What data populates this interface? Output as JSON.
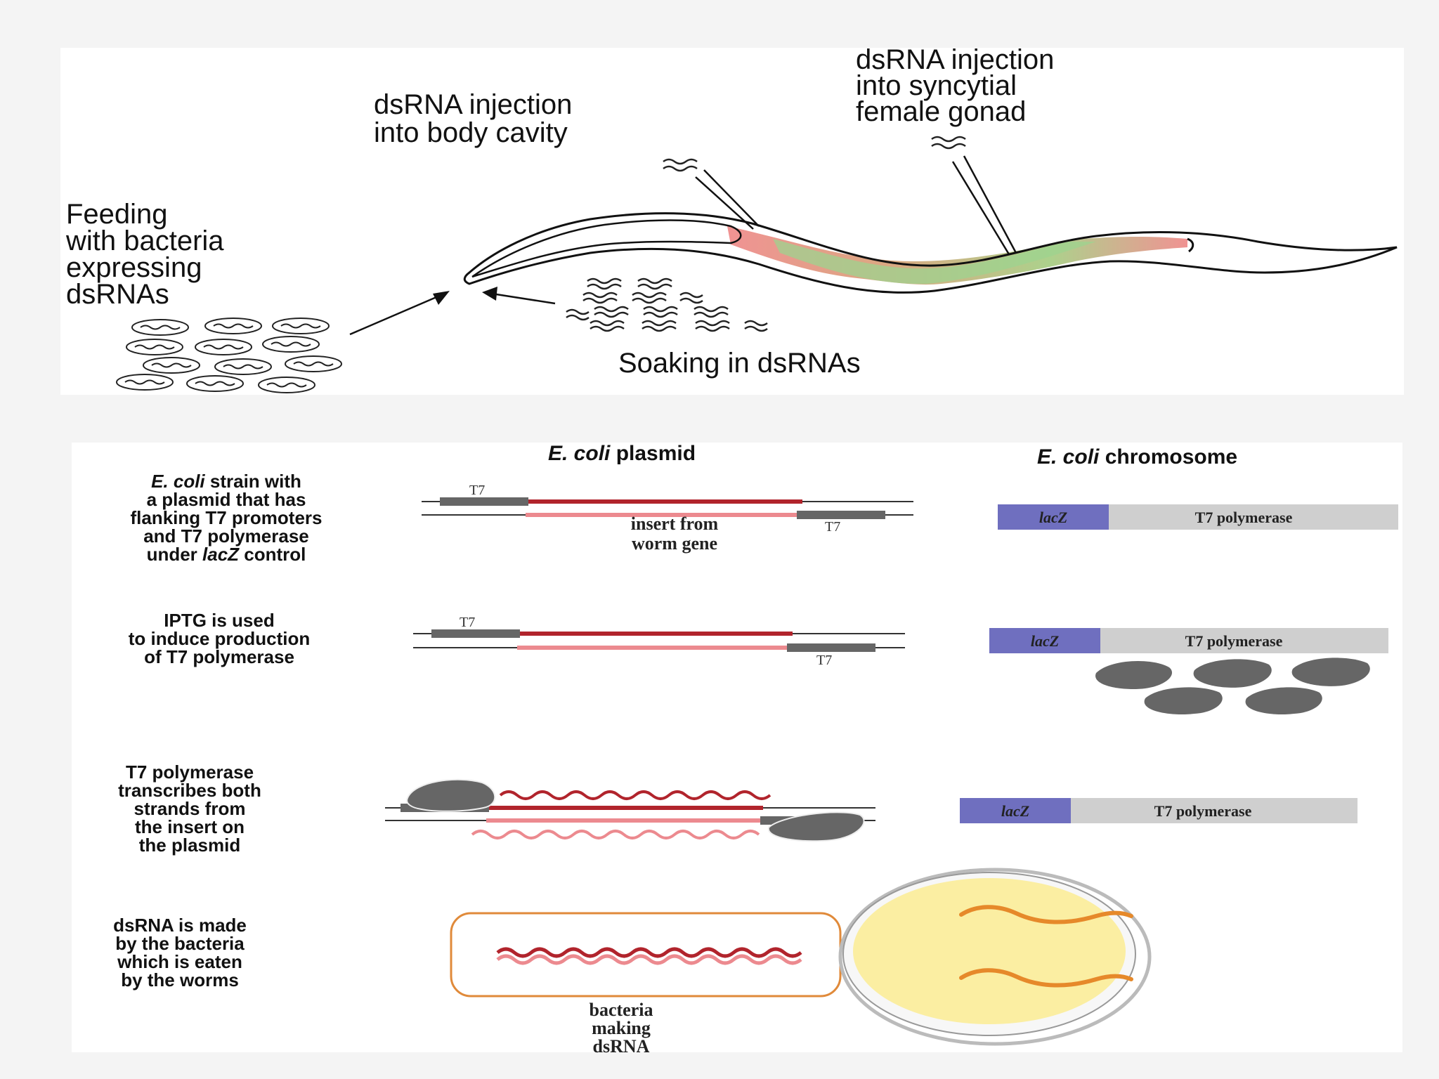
{
  "top_panel": {
    "label_injection_body": [
      "dsRNA injection",
      "into body cavity"
    ],
    "label_injection_gonad": [
      "dsRNA injection",
      "into syncytial",
      "female gonad"
    ],
    "label_feeding": [
      "Feeding",
      "with bacteria",
      "expressing",
      "dsRNAs"
    ],
    "label_soaking": "Soaking in dsRNAs"
  },
  "bottom_panel": {
    "header_plasmid": {
      "organism": "E. coli",
      "rest": " plasmid"
    },
    "header_chromosome": {
      "organism": "E. coli",
      "rest": " chromosome"
    },
    "step1": {
      "text": [
        {
          "italic": "E. coli",
          "rest": " strain with"
        },
        {
          "italic": "",
          "rest": "a plasmid that has"
        },
        {
          "italic": "",
          "rest": "flanking T7 promoters"
        },
        {
          "italic": "",
          "rest": "and T7 polymerase"
        },
        {
          "before": "under ",
          "italic": "lacZ",
          "rest": " control"
        }
      ],
      "t7_top": "T7",
      "t7_bottom": "T7",
      "insert_label": [
        "insert from",
        "worm gene"
      ]
    },
    "step2": {
      "text": [
        "IPTG is used",
        "to induce production",
        "of T7 polymerase"
      ],
      "t7_top": "T7",
      "t7_bottom": "T7"
    },
    "step3": {
      "text": [
        "T7 polymerase",
        "transcribes both",
        "strands from",
        "the insert on",
        "the plasmid"
      ]
    },
    "step4": {
      "text": [
        "dsRNA is made",
        "by the bacteria",
        "which is eaten",
        "by the worms"
      ],
      "bacteria_label": [
        "bacteria",
        "making",
        "dsRNA"
      ]
    },
    "chromosome": {
      "lacz": "lacZ",
      "polymerase": "T7 polymerase"
    }
  },
  "colors": {
    "lacz_box": "#6f6fbf",
    "polymerase_box": "#cfcfcf",
    "rna_dark": "#b1242c",
    "rna_light": "#ec8a8f",
    "t7_box": "#666666",
    "petri_fill": "#fbeea2",
    "petri_streak": "#e6892a",
    "bacterium_border": "#e08a3a",
    "worm_red": "#ef8d8d",
    "worm_green": "#9dd38f"
  }
}
